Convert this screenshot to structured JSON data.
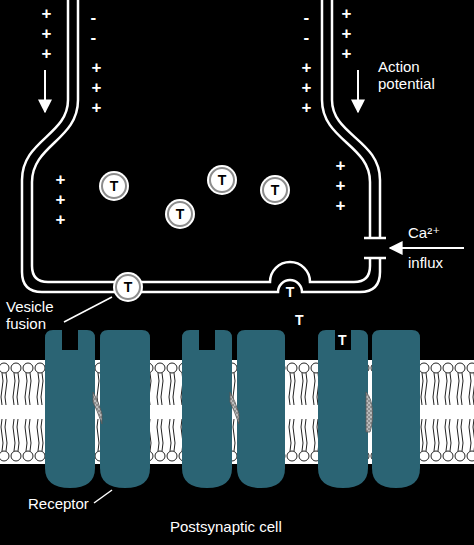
{
  "diagram": {
    "nodes": [
      {
        "text": [
          "T"
        ]
      },
      {
        "text": [
          "T"
        ]
      },
      {
        "text": [
          "T"
        ]
      },
      {
        "text": [
          "T"
        ]
      },
      {
        "text": [
          "T"
        ]
      },
      {
        "text": [
          "T"
        ]
      }
    ],
    "labels": [
      "Action potential",
      "Ca²⁺ influx",
      "Vesicle fusion",
      "T",
      "T",
      "Receptor",
      "Postsynaptic cell",
      "+ + +",
      "- -",
      "+ + +",
      "+ + +",
      "- -",
      "+ + +",
      "+ + +",
      "+ + +"
    ]
  }
}
